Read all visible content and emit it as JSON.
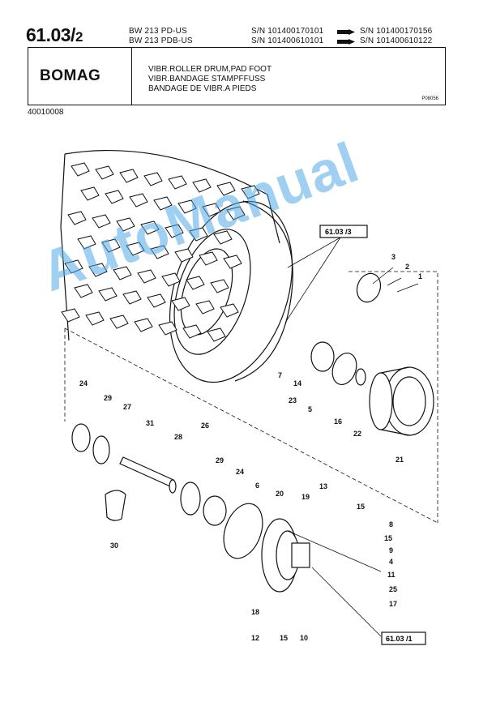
{
  "header": {
    "page_number_main": "61.03/",
    "page_number_sub": "2",
    "models": [
      "BW 213 PD-US",
      "BW 213 PDB-US"
    ],
    "serial_from": [
      "S/N 101400170101",
      "S/N 101400610101"
    ],
    "serial_to": [
      "S/N 101400170156",
      "S/N 101400610122"
    ]
  },
  "title_box": {
    "brand": "BOMAG",
    "descriptions": [
      "VIBR.ROLLER DRUM,PAD FOOT",
      "VIBR.BANDAGE STAMPFFUSS",
      "BANDAGE DE VIBR.A PIEDS"
    ],
    "drawing_number": "P08056"
  },
  "reference_number": "40010008",
  "watermark": "AutoManual",
  "callouts": {
    "ref_6103_3": "61.03 /3",
    "ref_6103_1": "61.03 /1",
    "n1": "1",
    "n2": "2",
    "n3": "3",
    "n4": "4",
    "n5": "5",
    "n6": "6",
    "n7": "7",
    "n8": "8",
    "n9": "9",
    "n10": "10",
    "n11": "11",
    "n12": "12",
    "n13": "13",
    "n14": "14",
    "n15a": "15",
    "n15b": "15",
    "n15c": "15",
    "n16": "16",
    "n17": "17",
    "n18": "18",
    "n19": "19",
    "n20": "20",
    "n21": "21",
    "n22": "22",
    "n23": "23",
    "n24a": "24",
    "n24b": "24",
    "n25": "25",
    "n26": "26",
    "n27": "27",
    "n28": "28",
    "n29a": "29",
    "n29b": "29",
    "n30": "30",
    "n31": "31"
  },
  "colors": {
    "ink": "#111111",
    "watermark": "#50aae6"
  }
}
